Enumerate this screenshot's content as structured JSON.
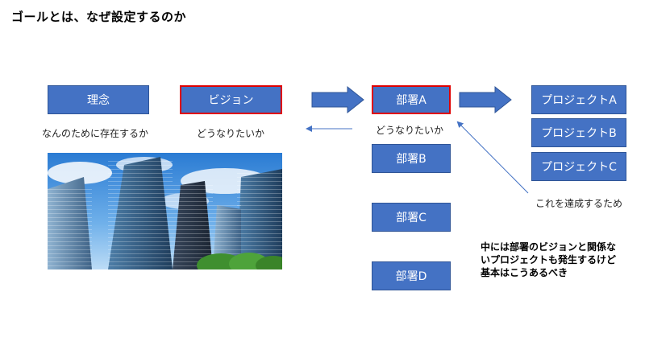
{
  "title": "ゴールとは、なぜ設定するのか",
  "boxes": {
    "rinen": "理念",
    "vision": "ビジョン",
    "busho_a": "部署A",
    "busho_b": "部署B",
    "busho_c": "部署C",
    "busho_d": "部署D",
    "project_a": "プロジェクトA",
    "project_b": "プロジェクトB",
    "project_c": "プロジェクトC"
  },
  "labels": {
    "rinen_caption": "なんのために存在するか",
    "vision_caption": "どうなりたいか",
    "busho_a_caption": "どうなりたいか",
    "project_caption": "これを達成するため"
  },
  "note": {
    "line1": "中には部署のビジョンと関係な",
    "line2": "いプロジェクトも発生するけど",
    "line3": "基本はこうあるべき"
  },
  "photo": {
    "icon": "city-skyscrapers-photo"
  },
  "colors": {
    "box_fill": "#4472c4",
    "highlight_border": "#e00000",
    "arrow_fill": "#4472c4"
  }
}
